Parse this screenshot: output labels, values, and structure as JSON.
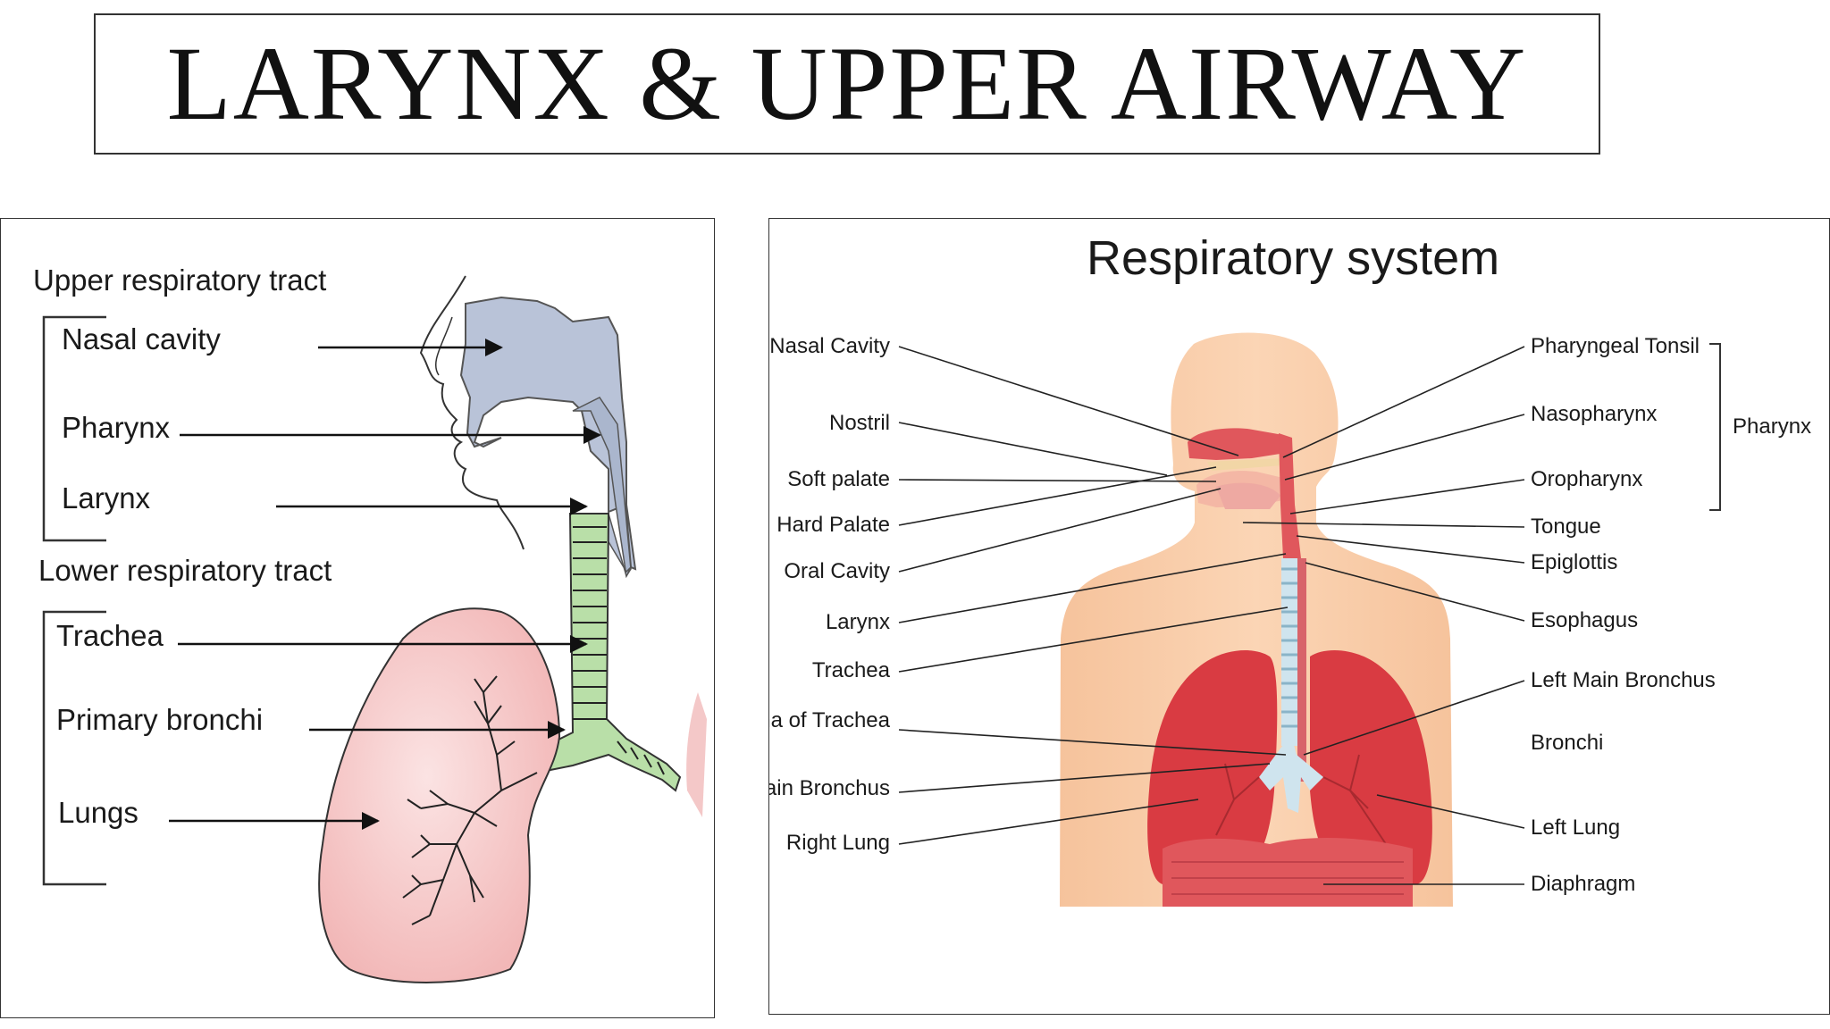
{
  "title": "LARYNX & UPPER AIRWAY",
  "left_diagram": {
    "upper_header": "Upper respiratory tract",
    "upper_items": [
      "Nasal cavity",
      "Pharynx",
      "Larynx"
    ],
    "lower_header": "Lower respiratory tract",
    "lower_items": [
      "Trachea",
      "Primary bronchi",
      "Lungs"
    ]
  },
  "right_diagram": {
    "title": "Respiratory system",
    "left_labels": [
      "Nasal Cavity",
      "Nostril",
      "Soft palate",
      "Hard Palate",
      "Oral Cavity",
      "Larynx",
      "Trachea",
      "Carina of Trachea",
      "Right Main Bronchus",
      "Right Lung"
    ],
    "right_labels": [
      "Pharyngeal Tonsil",
      "Nasopharynx",
      "Oropharynx",
      "Tongue",
      "Epiglottis",
      "Esophagus",
      "Left Main Bronchus",
      "Bronchi",
      "Left Lung",
      "Diaphragm"
    ],
    "group_label": "Pharynx"
  }
}
